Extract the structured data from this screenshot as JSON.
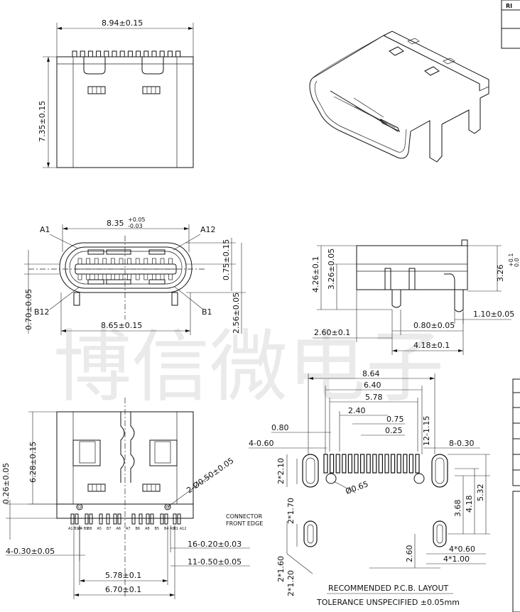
{
  "watermark": "博信微电子",
  "title_block": {
    "corner_text": "RI"
  },
  "top_view": {
    "width_dim": "8.94±0.15",
    "height_dim": "7.35±0.15"
  },
  "front_view": {
    "overall_dim": "8.35",
    "overall_tol_upper": "+0.05",
    "overall_tol_lower": "-0.03",
    "inner_dim": "8.65±0.15",
    "height_inner": "0.75±0.15",
    "height_outer": "2.56±0.05",
    "left_dim": "0.70±0.05",
    "pin_a1": "A1",
    "pin_a12": "A12",
    "pin_b12": "B12",
    "pin_b1": "B1"
  },
  "side_view": {
    "h1": "4.26±0.1",
    "h2": "3.26±0.05",
    "h3": "3.26",
    "h3_upper": "+0.1",
    "h3_lower": "0.0",
    "d1": "2.60±0.1",
    "d2": "0.80±0.05",
    "d3": "1.10±0.05",
    "d4": "4.18±0.1"
  },
  "bottom_view": {
    "dim_628": "6.28±0.15",
    "dim_026": "0.26±0.05",
    "hole_dim": "2-Ø0.50±0.05",
    "connector_label": "CONNECTOR\nFRONT EDGE",
    "pitch_left": "4-0.30±0.05",
    "pitch_16": "16-0.20±0.03",
    "pitch_11": "11-0.50±0.05",
    "dim_578": "5.78±0.1",
    "dim_670": "6.70±0.1",
    "pin_labels": [
      "A1 B12",
      "A4 B9",
      "B8",
      "A5",
      "B7",
      "A6",
      "A7",
      "B6",
      "A8",
      "B5",
      "B4 A9",
      "B1 A12"
    ]
  },
  "pcb_layout": {
    "d_864": "8.64",
    "d_640": "6.40",
    "d_578": "5.78",
    "d_240": "2.40",
    "d_075": "0.75",
    "d_025": "0.25",
    "d_080": "0.80",
    "d_4_060": "4-0.60",
    "d_12_115": "12-1.15",
    "d_8_030": "8-0.30",
    "d_2_210": "2*2.10",
    "d_2_170": "2*1.70",
    "d_065": "Ø0.65",
    "d_368": "3.68",
    "d_418": "4.18",
    "d_532": "5.32",
    "d_2_160": "2*1.60",
    "d_2_120": "2*1.20",
    "d_260": "2.60",
    "d_4_060b": "4*0.60",
    "d_4_100": "4*1.00",
    "caption": "RECOMMENDED  P.C.B. LAYOUT",
    "tolerance": "TOLERANCE  UNSPECIFIED  ±0.05mm"
  }
}
